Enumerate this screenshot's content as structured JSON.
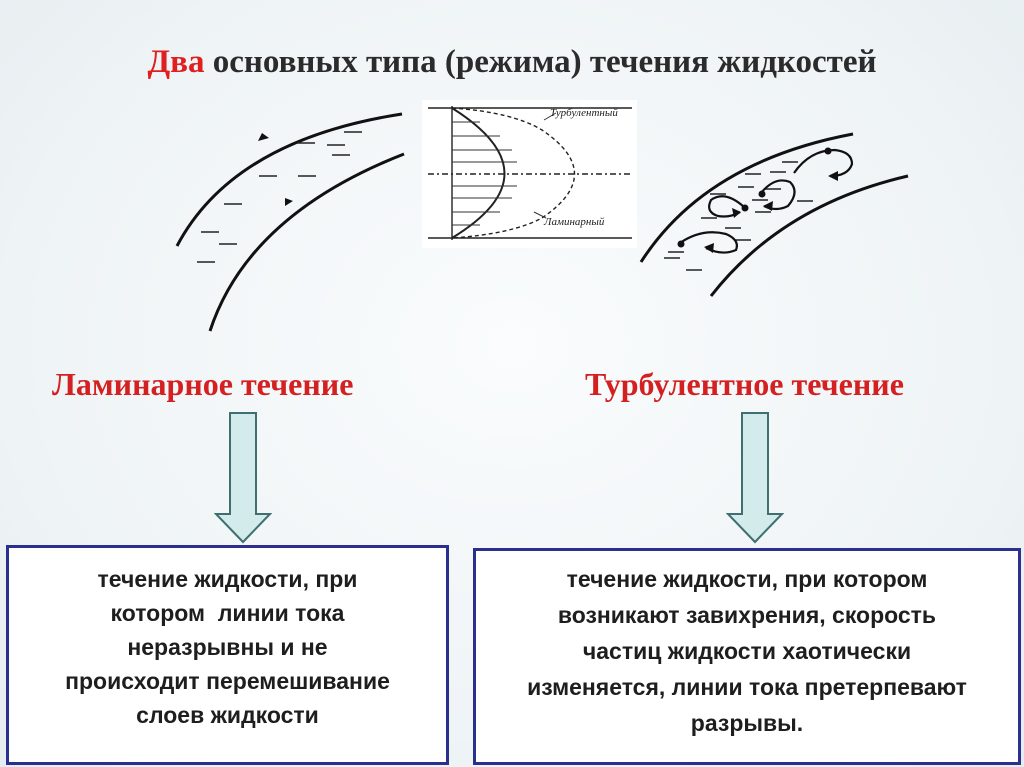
{
  "title": {
    "accent": "Два",
    "rest": " основных типа (режима) течения жидкостей"
  },
  "profile_labels": {
    "turbulent": "Турбулентный",
    "laminar": "Ламинарный"
  },
  "laminar": {
    "heading": "Ламинарное течение",
    "description_lines": [
      "течение жидкости, при",
      "котором  линии тока",
      "неразрывны и не",
      "происходит перемешивание",
      "слоев жидкости"
    ]
  },
  "turbulent": {
    "heading": "Турбулентное течение",
    "description_lines": [
      "течение жидкости, при котором",
      "возникают завихрения, скорость",
      "частиц жидкости хаотически",
      "изменяется, линии тока претерпевают",
      "разрывы."
    ]
  },
  "colors": {
    "accent": "#e02020",
    "heading": "#d42020",
    "arrow_fill": "#d3ebeb",
    "arrow_stroke": "#3f6f6f",
    "box_border": "#2b2f8f"
  }
}
